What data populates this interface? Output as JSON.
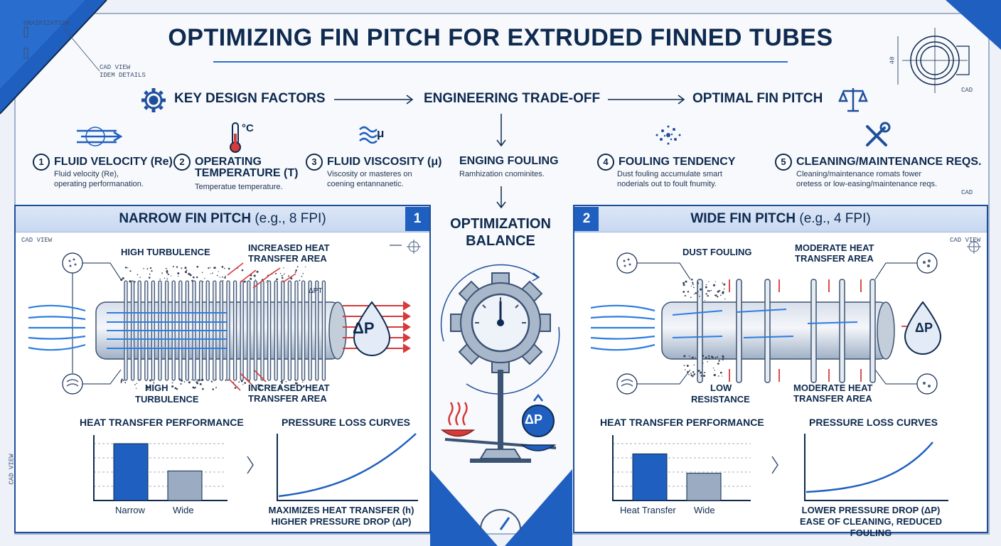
{
  "title": "OPTIMIZING FIN PITCH FOR EXTRUDED FINNED TUBES",
  "corner_tl": {
    "top": "ORAIRIZATION",
    "cad": "CAD VIEW",
    "item": "IDEM DETAILS"
  },
  "corner_tr": {
    "dim": "40",
    "cad": "CAD"
  },
  "flow": {
    "step1": "KEY DESIGN FACTORS",
    "step2": "ENGINEERING TRADE-OFF",
    "step3": "OPTIMAL FIN PITCH"
  },
  "factors": [
    {
      "num": "1",
      "title": "FLUID VELOCITY (Re)",
      "desc1": "Fluid velocity (Re),",
      "desc2": "operating performanation.",
      "icon": "flow-arrows-icon"
    },
    {
      "num": "2",
      "title1": "OPERATING",
      "title2": "TEMPERATURE (T)",
      "desc1": "Temperatue temperature.",
      "icon_text": "°C",
      "icon": "thermometer-icon"
    },
    {
      "num": "3",
      "title": "FLUID VISCOSITY (μ)",
      "desc1": "Viscosity or masteres on",
      "desc2": "coening entannanetic.",
      "icon_text": "μ",
      "icon": "wave-icon"
    },
    {
      "title": "ENGING FOULING",
      "desc1": "Ramhization cnominites."
    },
    {
      "num": "4",
      "title": "FOULING TENDENCY",
      "desc1": "Dust fouling accumulate smart",
      "desc2": "noderials out to foult fnumity.",
      "icon": "particles-icon"
    },
    {
      "num": "5",
      "title": "CLEANING/MAINTENANCE REQS.",
      "desc1": "Cleaning/maintenance romats fower",
      "desc2": "oretess or low-easing/maintenance reqs.",
      "icon": "wrench-screwdriver-icon"
    }
  ],
  "cad_right": "CAD",
  "center": {
    "title1": "OPTIMIZATION",
    "title2": "BALANCE",
    "dp": "ΔP"
  },
  "narrow": {
    "badge": "1",
    "head_bold": "NARROW FIN PITCH",
    "head_light": "(e.g., 8 FPI)",
    "cad": "CAD VIEW",
    "lbl_tl": "HIGH TURBULENCE",
    "lbl_tr1": "INCREASED HEAT",
    "lbl_tr2": "TRANSFER AREA",
    "lbl_apt": "ΔPT",
    "lbl_bl1": "HIGH",
    "lbl_bl2": "TURBULENCE",
    "lbl_br1": "INCREASED HEAT",
    "lbl_br2": "TRANSFER AREA",
    "dp": "ΔP",
    "heat_title": "HEAT TRANSFER PERFORMANCE",
    "pressure_title": "PRESSURE LOSS CURVES",
    "cap1": "MAXIMIZES HEAT TRANSFER (h)",
    "cap2": "HIGHER PRESSURE DROP (ΔP)"
  },
  "wide": {
    "badge": "2",
    "head_bold": "WIDE FIN PITCH",
    "head_light": "(e.g., 4 FPI)",
    "cad": "CAD VIEW",
    "lbl_tl": "DUST FOULING",
    "lbl_tr1": "MODERATE HEAT",
    "lbl_tr2": "TRANSFER AREA",
    "lbl_bl1": "LOW",
    "lbl_bl2": "RESISTANCE",
    "lbl_br1": "MODERATE HEAT",
    "lbl_br2": "TRANSFER AREA",
    "dp": "ΔP",
    "heat_title": "HEAT TRANSFER PERFORMANCE",
    "pressure_title": "PRESSURE LOSS CURVES",
    "cap1": "LOWER PRESSURE DROP (ΔP)",
    "cap2": "EASE OF CLEANING, REDUCED FOULING"
  },
  "left_vertical": "CAD VIEW",
  "chart_data": [
    {
      "type": "bar",
      "categories": [
        "Narrow",
        "Wide"
      ],
      "values": [
        1.0,
        0.52
      ],
      "title": "HEAT TRANSFER PERFORMANCE"
    },
    {
      "type": "bar",
      "categories": [
        "Heat Transfer",
        "Wide"
      ],
      "values": [
        0.82,
        0.48
      ],
      "title": "HEAT TRANSFER PERFORMANCE"
    }
  ],
  "colors": {
    "navy": "#0e2a4f",
    "blue": "#1f5fbf",
    "red": "#d63a3a",
    "grey": "#9aa9bd"
  }
}
